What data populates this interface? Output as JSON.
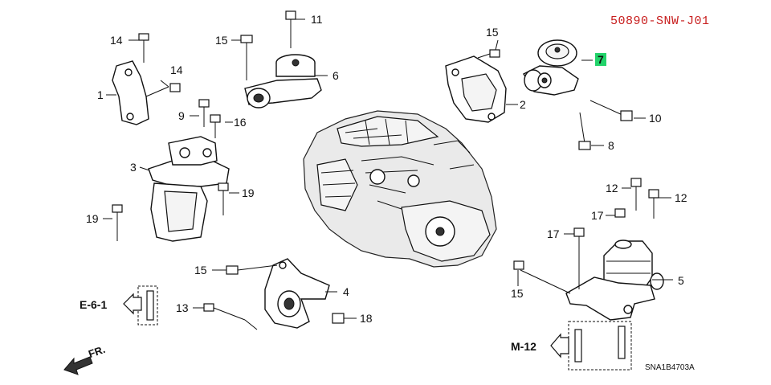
{
  "header": {
    "code": "50890-SNW-J01"
  },
  "footer": {
    "figure_id": "SNA1B4703A"
  },
  "refs": {
    "e61": "E-6-1",
    "m12": "M-12",
    "fr": "FR."
  },
  "callouts": [
    {
      "id": "c1",
      "text": "1"
    },
    {
      "id": "c2",
      "text": "2"
    },
    {
      "id": "c3",
      "text": "3"
    },
    {
      "id": "c4",
      "text": "4"
    },
    {
      "id": "c5",
      "text": "5"
    },
    {
      "id": "c6",
      "text": "6"
    },
    {
      "id": "c7",
      "text": "7",
      "highlight": true
    },
    {
      "id": "c8",
      "text": "8"
    },
    {
      "id": "c9",
      "text": "9"
    },
    {
      "id": "c10",
      "text": "10"
    },
    {
      "id": "c11",
      "text": "11"
    },
    {
      "id": "c12a",
      "text": "12"
    },
    {
      "id": "c12b",
      "text": "12"
    },
    {
      "id": "c13",
      "text": "13"
    },
    {
      "id": "c14a",
      "text": "14"
    },
    {
      "id": "c14b",
      "text": "14"
    },
    {
      "id": "c15a",
      "text": "15"
    },
    {
      "id": "c15b",
      "text": "15"
    },
    {
      "id": "c15c",
      "text": "15"
    },
    {
      "id": "c15d",
      "text": "15"
    },
    {
      "id": "c16",
      "text": "16"
    },
    {
      "id": "c17a",
      "text": "17"
    },
    {
      "id": "c17b",
      "text": "17"
    },
    {
      "id": "c18",
      "text": "18"
    },
    {
      "id": "c19a",
      "text": "19"
    },
    {
      "id": "c19b",
      "text": "19"
    }
  ],
  "colors": {
    "highlight": "#22d36a",
    "code_text": "#c81e1e"
  }
}
